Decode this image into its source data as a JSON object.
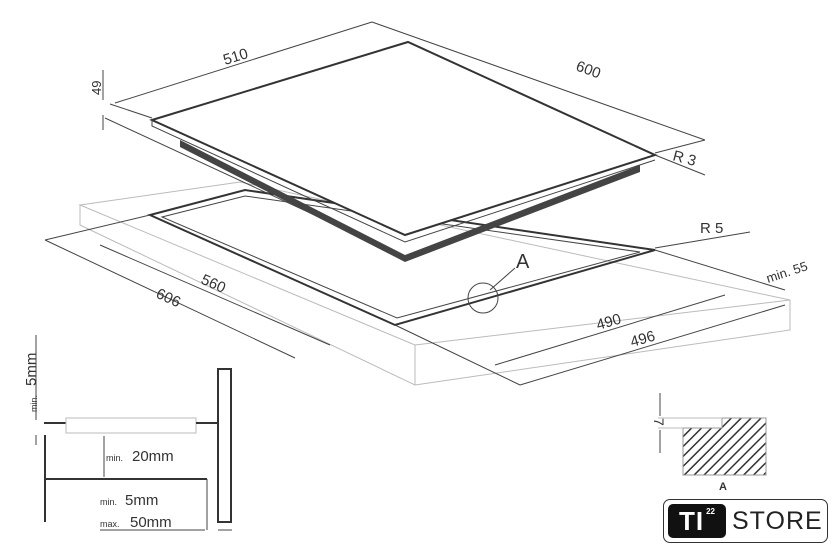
{
  "dimensions": {
    "top_width": "510",
    "top_depth": "600",
    "height": "49",
    "radius_top": "R 3",
    "radius_cutout": "R 5",
    "cutout_width": "560",
    "counter_width": "606",
    "cutout_depth": "490",
    "counter_depth": "496",
    "min_edge": "min. 55",
    "detail_label": "A"
  },
  "section": {
    "top_gap_prefix": "min.",
    "top_gap_value": "5mm",
    "below_prefix": "min.",
    "below_value": "20mm",
    "side_min_prefix": "min.",
    "side_min_value": "5mm",
    "side_max_prefix": "max.",
    "side_max_value": "50mm"
  },
  "detail": {
    "depth": "7",
    "label": "A"
  },
  "logo": {
    "brand": "TI",
    "superscript": "22",
    "word": "STORE"
  }
}
